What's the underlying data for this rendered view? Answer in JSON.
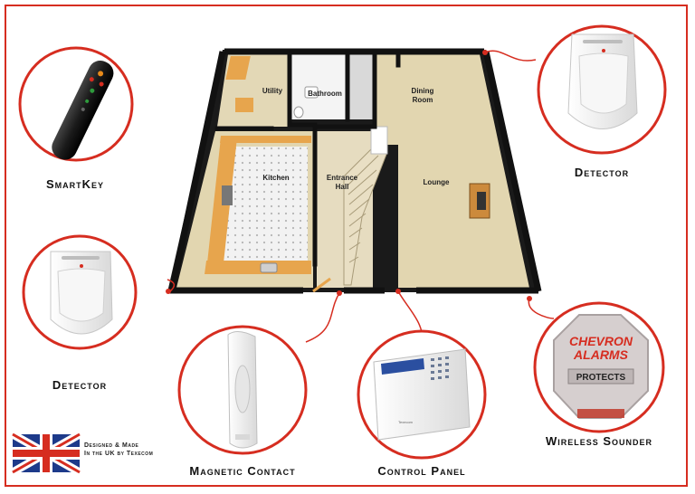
{
  "rooms": {
    "utility": "Utility",
    "bathroom": "Bathroom",
    "dining_line1": "Dining",
    "dining_line2": "Room",
    "kitchen": "Kitchen",
    "entrance_line1": "Entrance",
    "entrance_line2": "Hall",
    "lounge": "Lounge"
  },
  "devices": {
    "smartkey": "SmartKey",
    "detector_right": "Detector",
    "detector_left": "Detector",
    "magnetic_contact": "Magnetic Contact",
    "control_panel": "Control Panel",
    "wireless_sounder": "Wireless Sounder"
  },
  "sounder_logo": {
    "line1": "CHEVRON",
    "line2": "ALARMS",
    "badge": "PROTECTS"
  },
  "panel_brand": "Texecom",
  "credit": {
    "line1": "Designed & Made",
    "line2": "In the UK by Texecom"
  },
  "colors": {
    "accent_red": "#d62d20",
    "floor_beige": "#e2d6b0",
    "wall_black": "#111111",
    "counter_wood": "#e7a54d"
  }
}
